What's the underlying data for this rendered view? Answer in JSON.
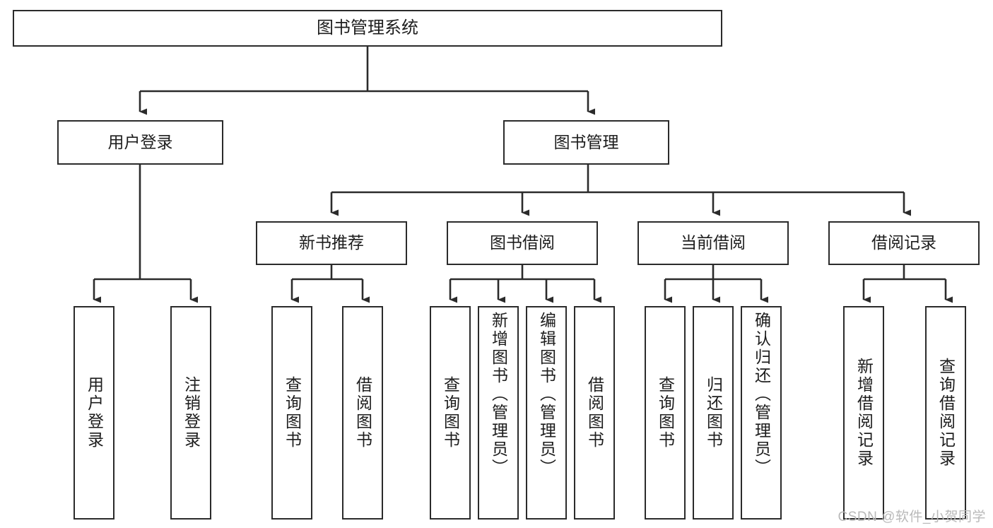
{
  "diagram": {
    "type": "tree-hierarchy-chart",
    "title": "图书管理系统",
    "line_color": "#2b2b2b",
    "box_fill": "#ffffff",
    "text_color": "#1d1d1d",
    "levels": [
      {
        "level": 1,
        "nodes": [
          {
            "id": "root",
            "label": "图书管理系统",
            "orientation": "horizontal"
          }
        ]
      },
      {
        "level": 2,
        "nodes": [
          {
            "id": "user-login",
            "label": "用户登录",
            "orientation": "horizontal"
          },
          {
            "id": "book-manage",
            "label": "图书管理",
            "orientation": "horizontal"
          }
        ]
      },
      {
        "level": 3,
        "nodes": [
          {
            "id": "new-book-rec",
            "label": "新书推荐",
            "orientation": "horizontal"
          },
          {
            "id": "book-borrow",
            "label": "图书借阅",
            "orientation": "horizontal"
          },
          {
            "id": "current-borrow",
            "label": "当前借阅",
            "orientation": "horizontal"
          },
          {
            "id": "borrow-record",
            "label": "借阅记录",
            "orientation": "horizontal"
          }
        ]
      },
      {
        "level": 4,
        "nodes": [
          {
            "id": "leaf-user-login",
            "label": "用户登录",
            "orientation": "vertical",
            "parent": "user-login"
          },
          {
            "id": "leaf-logout",
            "label": "注销登录",
            "orientation": "vertical",
            "parent": "user-login"
          },
          {
            "id": "leaf-query-book-1",
            "label": "查询图书",
            "orientation": "vertical",
            "parent": "new-book-rec"
          },
          {
            "id": "leaf-borrow-book-1",
            "label": "借阅图书",
            "orientation": "vertical",
            "parent": "new-book-rec"
          },
          {
            "id": "leaf-query-book-2",
            "label": "查询图书",
            "orientation": "vertical",
            "parent": "book-borrow"
          },
          {
            "id": "leaf-add-book",
            "label": "新增图书（管理员）",
            "orientation": "vertical",
            "parent": "book-borrow"
          },
          {
            "id": "leaf-edit-book",
            "label": "编辑图书（管理员）",
            "orientation": "vertical",
            "parent": "book-borrow"
          },
          {
            "id": "leaf-borrow-book-2",
            "label": "借阅图书",
            "orientation": "vertical",
            "parent": "book-borrow"
          },
          {
            "id": "leaf-query-book-3",
            "label": "查询图书",
            "orientation": "vertical",
            "parent": "current-borrow"
          },
          {
            "id": "leaf-return-book",
            "label": "归还图书",
            "orientation": "vertical",
            "parent": "current-borrow"
          },
          {
            "id": "leaf-confirm-return",
            "label": "确认归还（管理员）",
            "orientation": "vertical",
            "parent": "current-borrow"
          },
          {
            "id": "leaf-add-record",
            "label": "新增借阅记录",
            "orientation": "vertical",
            "parent": "borrow-record"
          },
          {
            "id": "leaf-query-record",
            "label": "查询借阅记录",
            "orientation": "vertical",
            "parent": "borrow-record"
          }
        ]
      }
    ]
  },
  "watermark": {
    "text": "CSDN @软件_小贺同学"
  }
}
